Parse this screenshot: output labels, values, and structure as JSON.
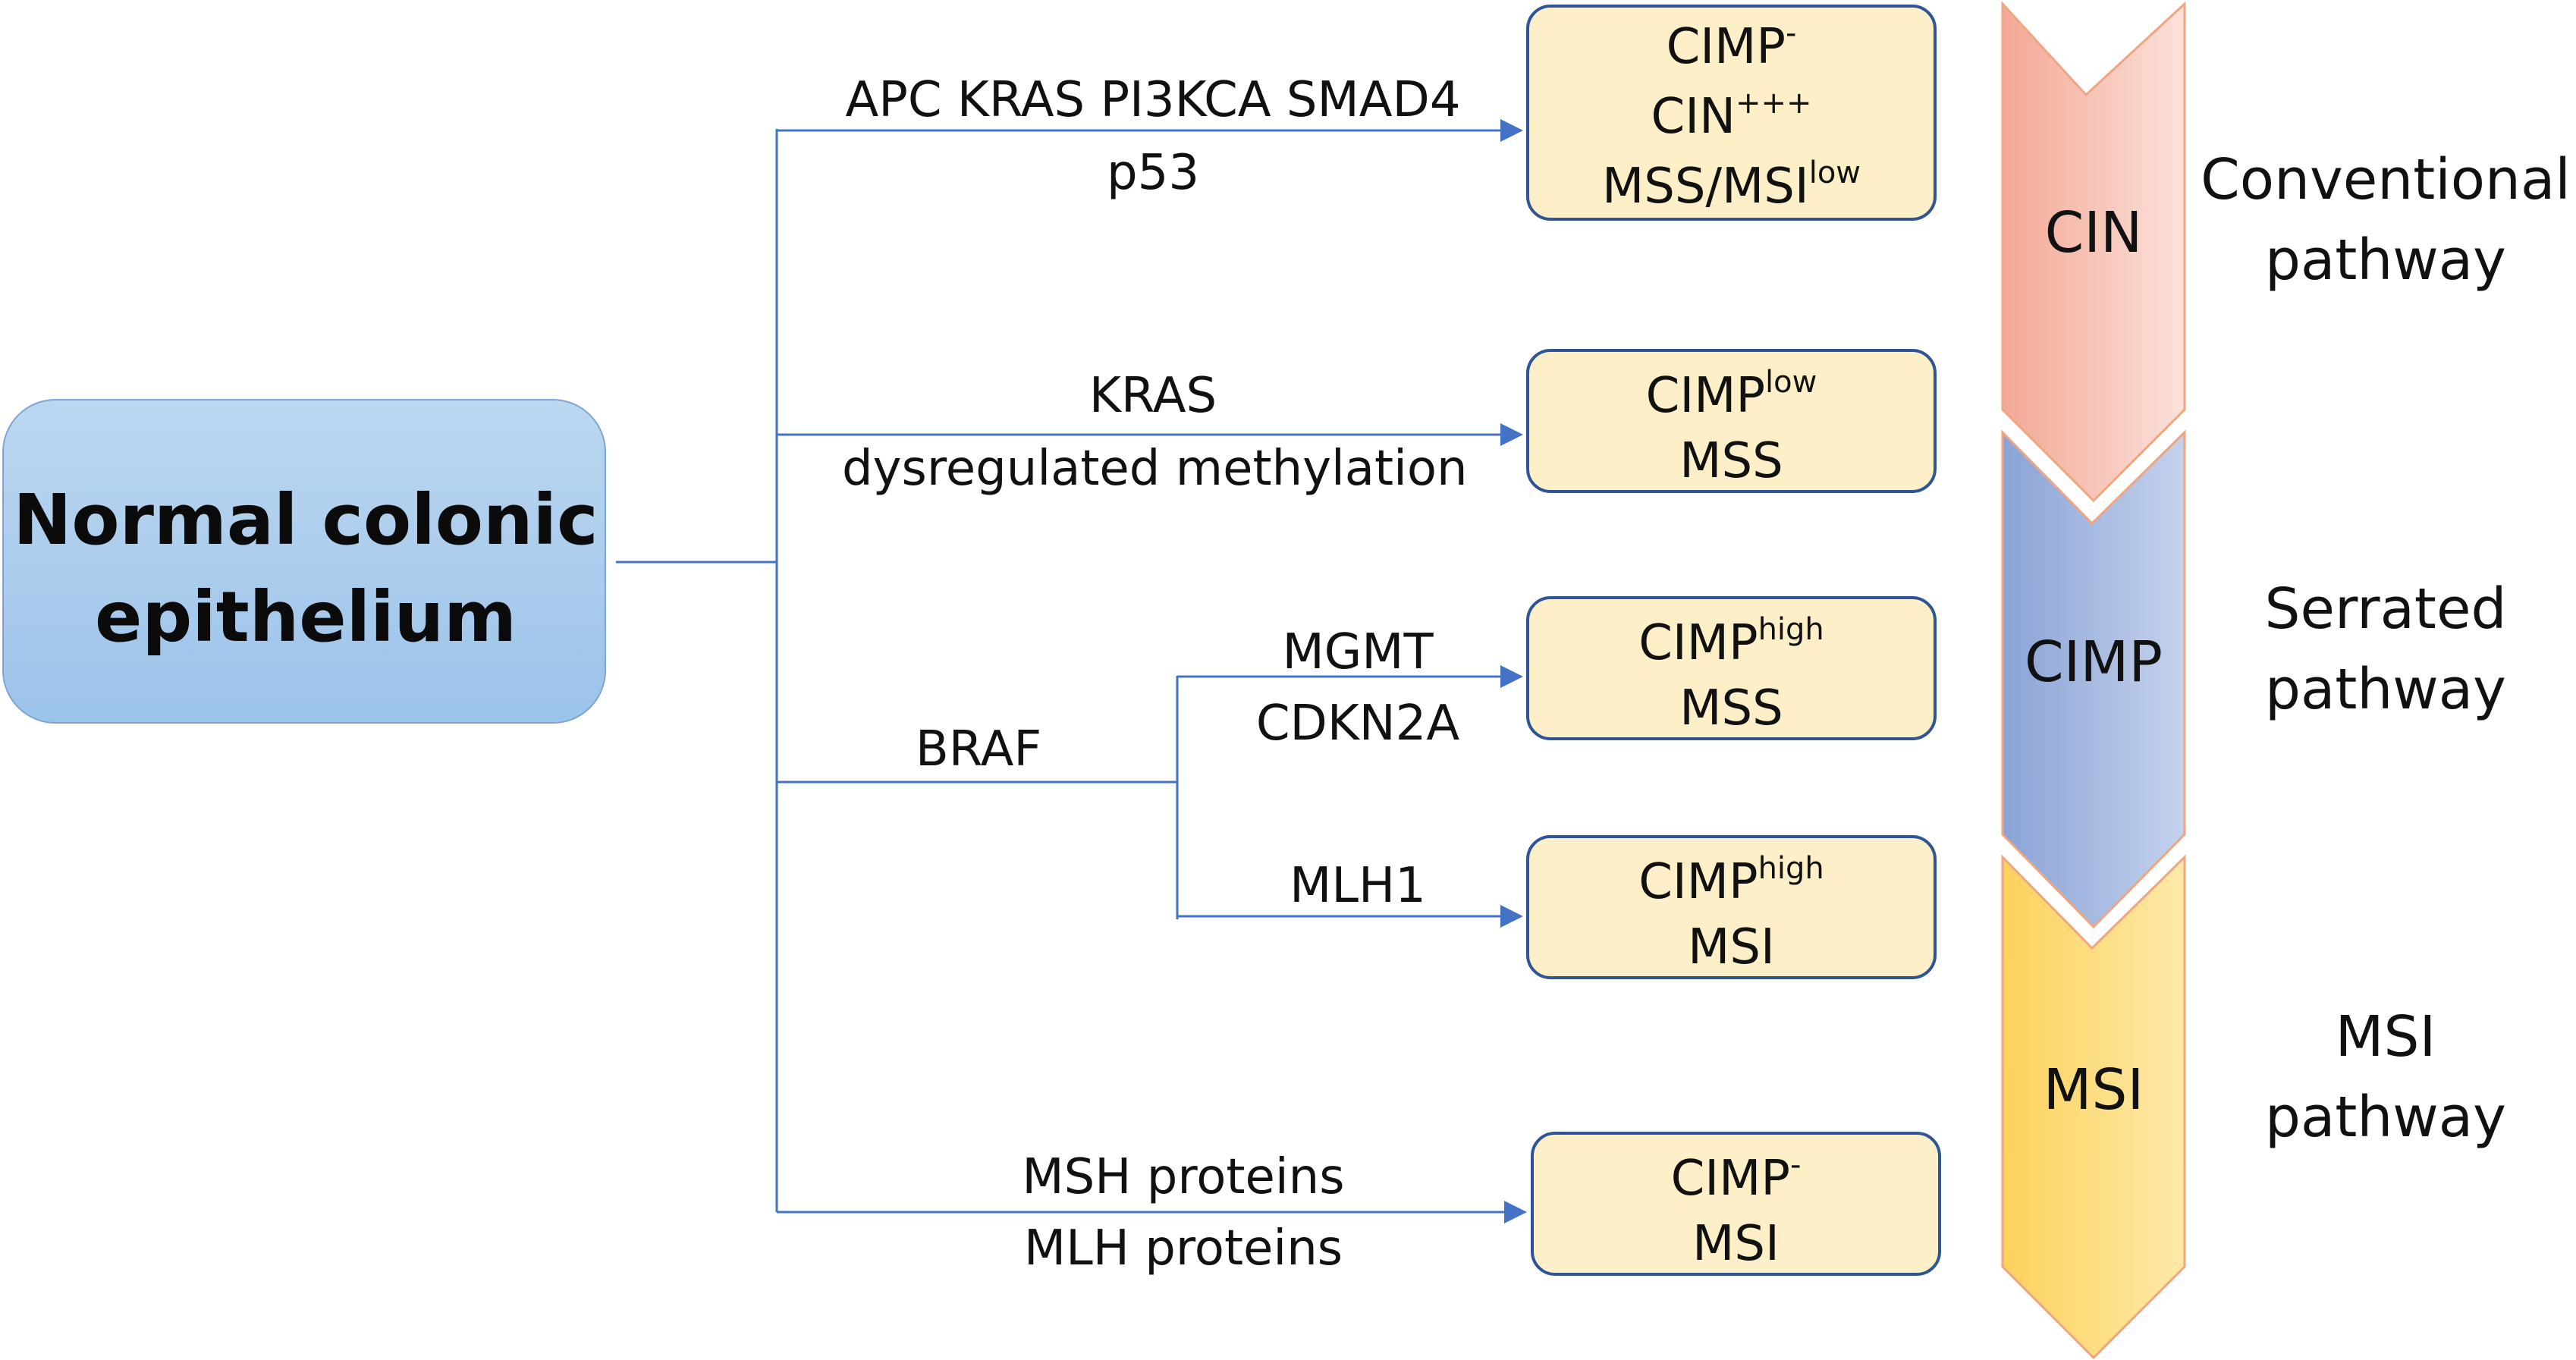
{
  "start": {
    "line1": "Normal colonic",
    "line2": "epithelium"
  },
  "edges": {
    "e1_line1": "APC KRAS PI3KCA SMAD4",
    "e1_line2": "p53",
    "e2_line1": "KRAS",
    "e2_line2": "dysregulated methylation",
    "braf": "BRAF",
    "e3_line1": "MGMT",
    "e3_line2": "CDKN2A",
    "e4": "MLH1",
    "e5_line1": "MSH proteins",
    "e5_line2": "MLH proteins"
  },
  "outcomes": {
    "o1": {
      "l1": "CIMP",
      "l1_sup": "-",
      "l2": "CIN",
      "l2_sup": "+++",
      "l3": "MSS/MSI",
      "l3_sup": "low"
    },
    "o2": {
      "l1": "CIMP",
      "l1_sup": "low",
      "l2": "MSS"
    },
    "o3": {
      "l1": "CIMP",
      "l1_sup": "high",
      "l2": "MSS"
    },
    "o4": {
      "l1": "CIMP",
      "l1_sup": "high",
      "l2": "MSI"
    },
    "o5": {
      "l1": "CIMP",
      "l1_sup": "-",
      "l2": "MSI"
    }
  },
  "stages": {
    "cin": "CIN",
    "cimp": "CIMP",
    "msi": "MSI"
  },
  "pathways": {
    "conventional_1": "Conventional",
    "conventional_2": "pathway",
    "serrated_1": "Serrated",
    "serrated_2": "pathway",
    "msi_1": "MSI",
    "msi_2": "pathway"
  },
  "colors": {
    "connector": "#4472c4",
    "outcome_border": "#2f5597",
    "outcome_fill": "#fdf0c8",
    "cin_chevron": "#f4b4a4",
    "cimp_chevron": "#94acda",
    "msi_chevron": "#fcd86c"
  }
}
